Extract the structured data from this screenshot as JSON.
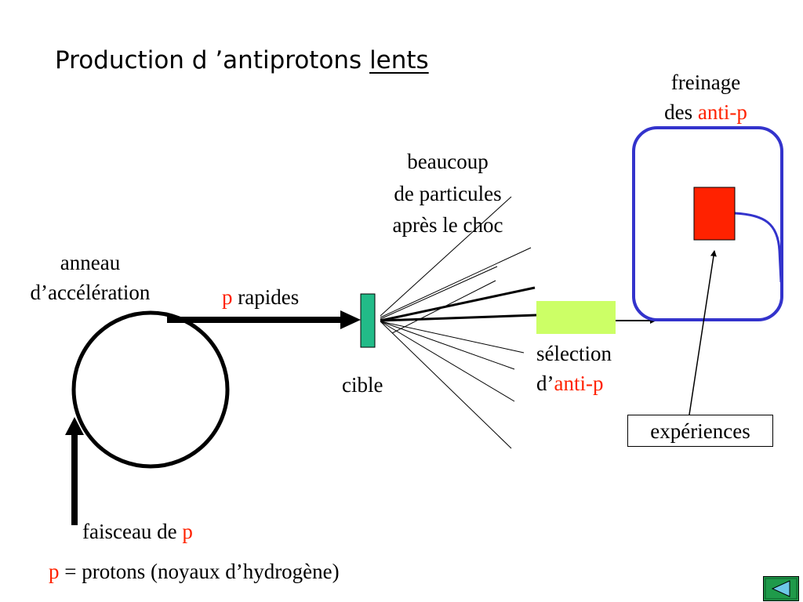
{
  "title": {
    "main": "Production d ’antiprotons ",
    "emph": "lents"
  },
  "labels": {
    "braking": {
      "line1": "freinage",
      "line2_prefix": "des ",
      "line2_red": "anti-p"
    },
    "particles": {
      "line1": "beaucoup",
      "line2": "de particules",
      "line3": "après le choc"
    },
    "ring": {
      "line1": "anneau",
      "line2": "d’accélération"
    },
    "fast_protons": {
      "red": "p",
      "rest": " rapides"
    },
    "target": "cible",
    "selection": {
      "line1": "sélection",
      "line2_prefix": "d’",
      "line2_red": "anti-p"
    },
    "experiments": "expériences",
    "beam": {
      "prefix": "faisceau de ",
      "red": "p"
    },
    "legend": {
      "red": "p",
      "rest": " = protons (noyaux d’hydrogène)"
    }
  },
  "colors": {
    "highlight_text": "#ff2200",
    "trap_outline": "#3333cc",
    "trap_block": "#ff2200",
    "target": "#22bb88",
    "selector": "#ccff66",
    "nav_button": "#1f9a4a"
  },
  "icons": {
    "nav": "back-triangle-icon"
  }
}
